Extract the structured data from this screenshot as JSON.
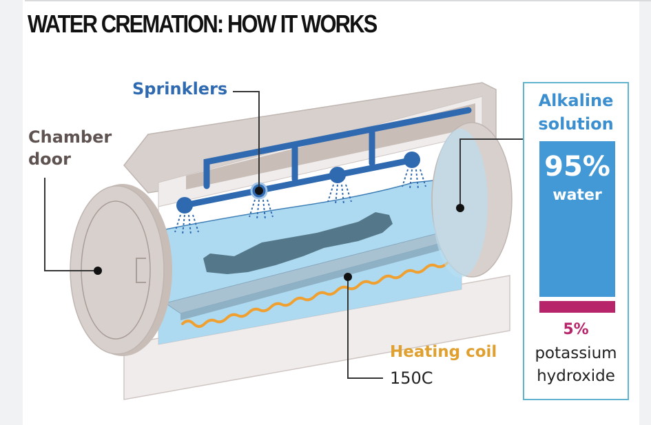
{
  "title": "WATER CREMATION: HOW IT WORKS",
  "labels": {
    "sprinklers": "Sprinklers",
    "chamber_door_line1": "Chamber",
    "chamber_door_line2": "door",
    "heating_coil": "Heating coil",
    "heating_temp": "150C"
  },
  "solution": {
    "title_line1": "Alkaline",
    "title_line2": "solution",
    "water_pct": "95%",
    "water_label": "water",
    "water_fraction": 0.95,
    "koh_pct": "5%",
    "koh_label_line1": "potassium",
    "koh_label_line2": "hydroxide",
    "koh_fraction": 0.05
  },
  "colors": {
    "sprinkler_blue": "#2f6ab0",
    "solution_blue": "#4398d6",
    "koh_magenta": "#b8246a",
    "heating_orange": "#e0a030",
    "chamber_grey": "#d8d0cc",
    "water_light": "#9fd2ef"
  }
}
